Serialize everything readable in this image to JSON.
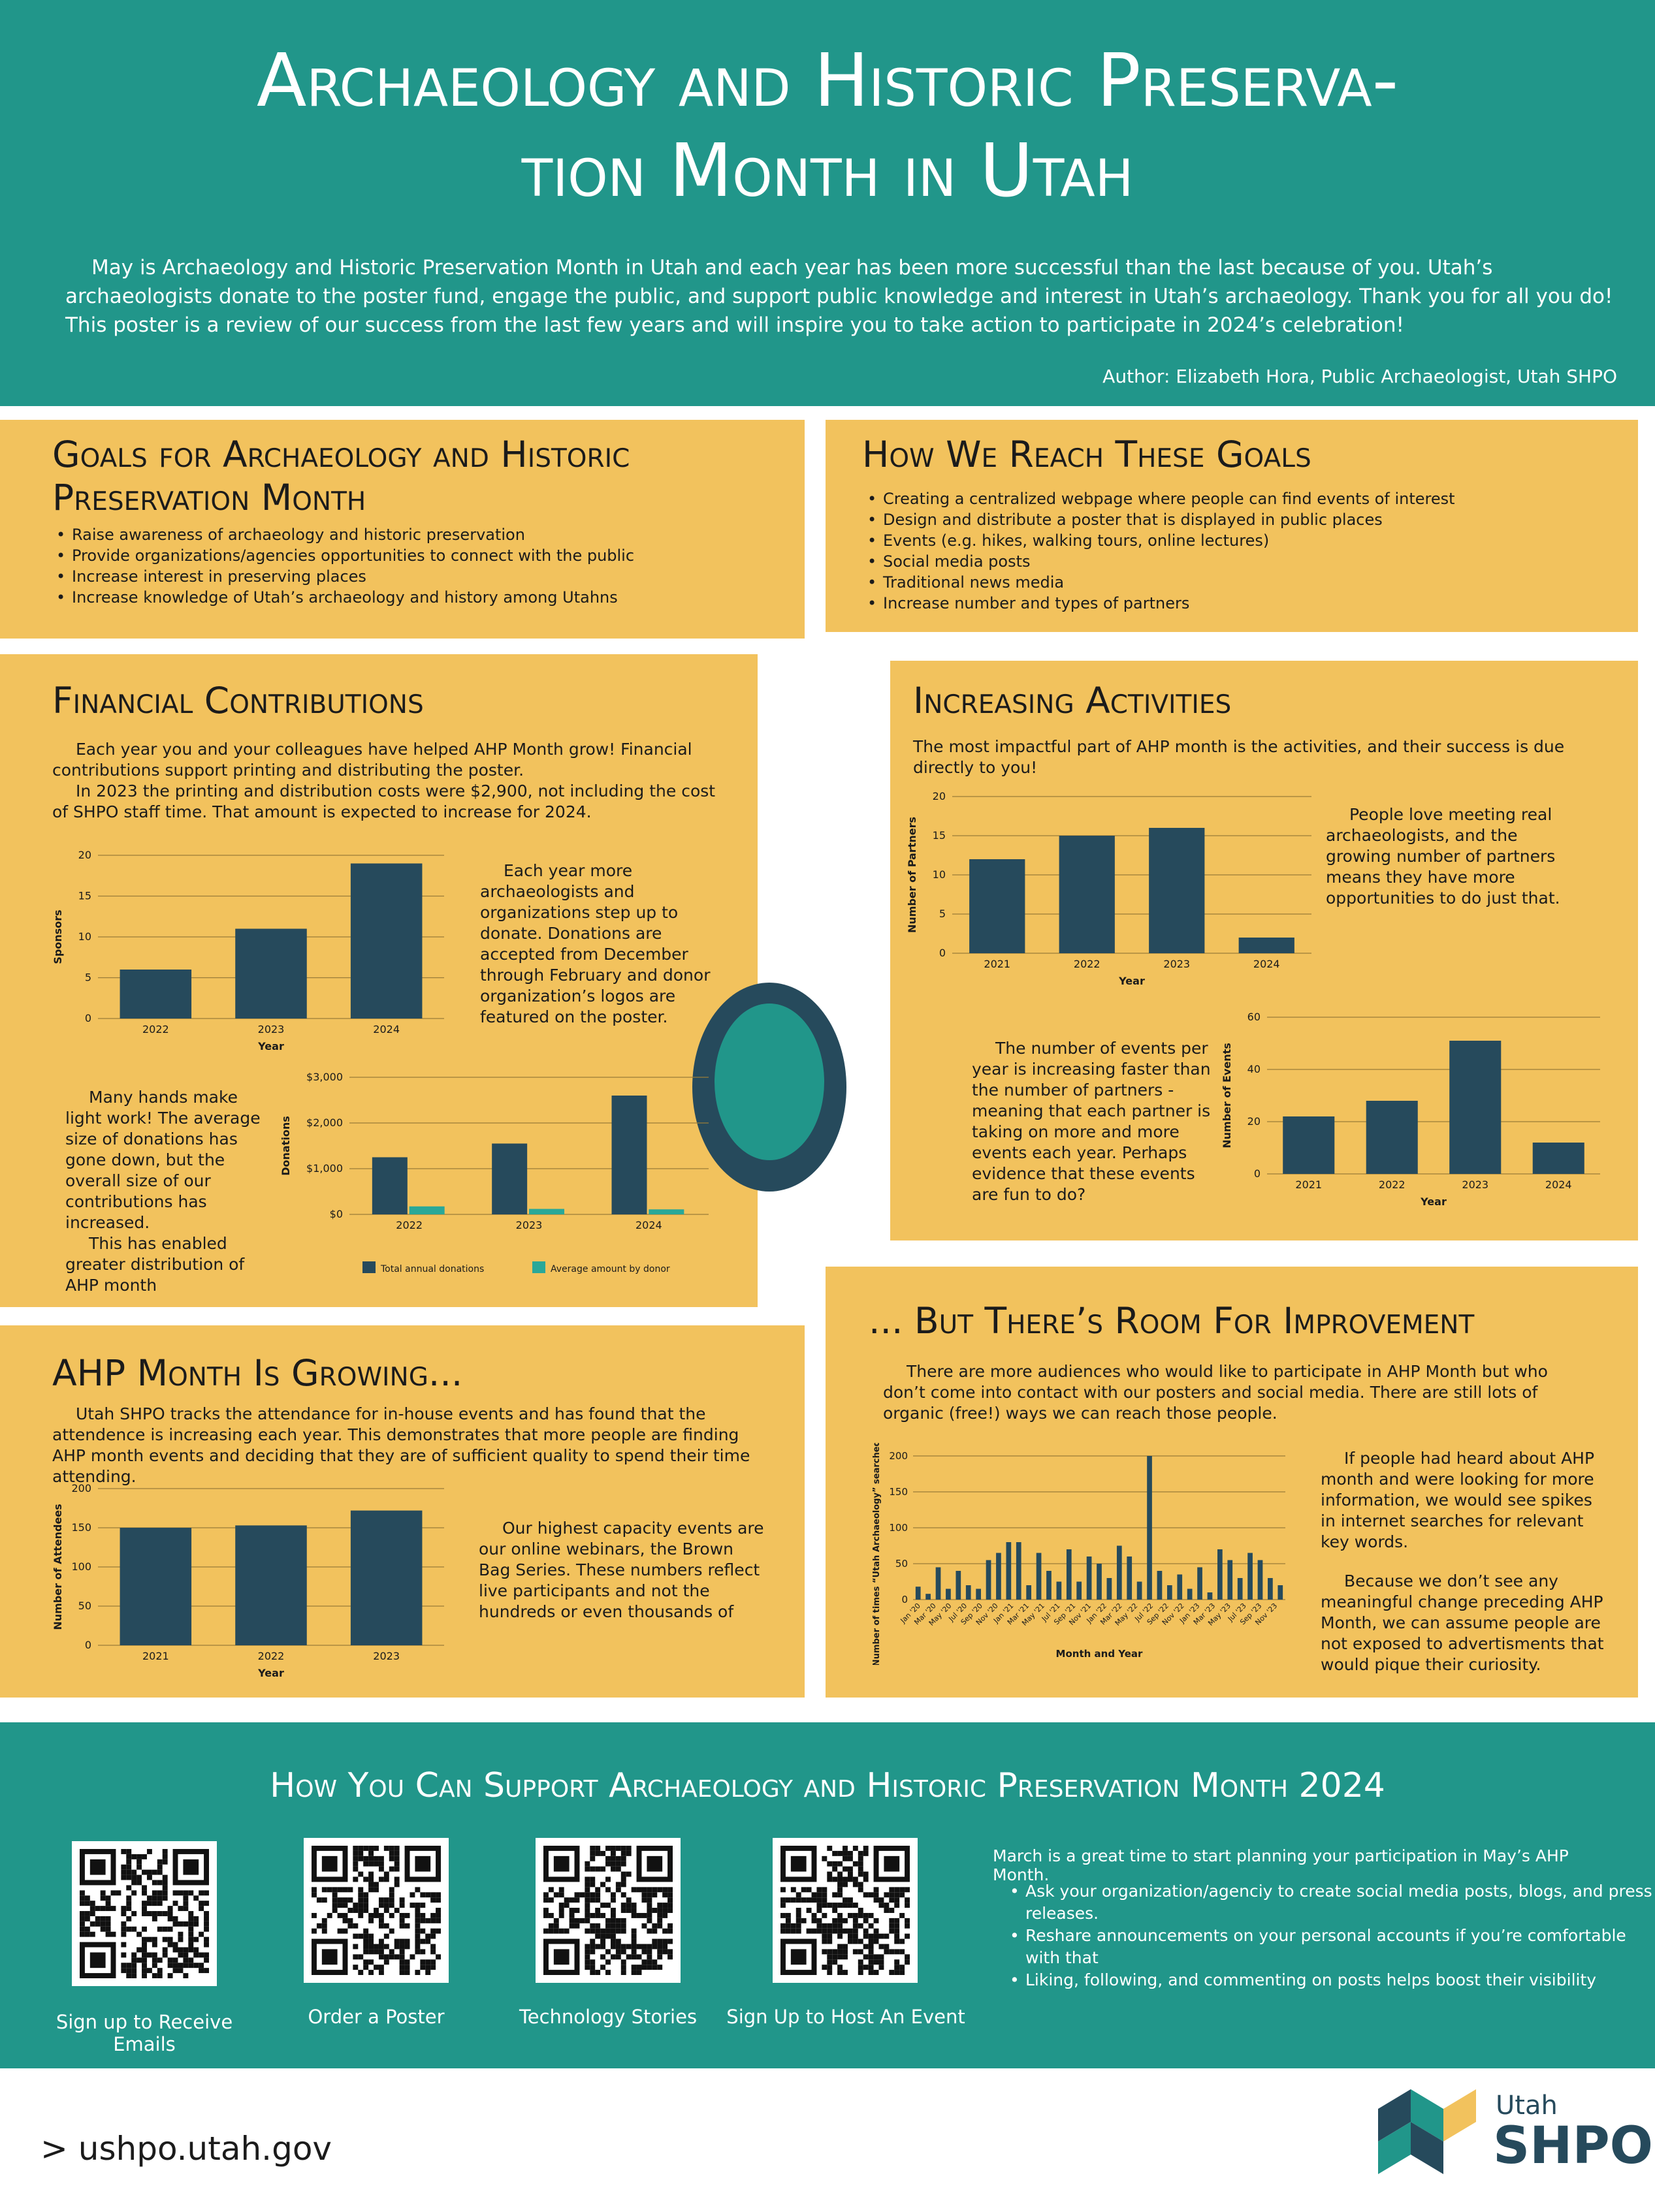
{
  "header": {
    "title_line1": "Archaeology and Historic Preserva-",
    "title_line2": "tion Month in Utah",
    "intro": "May is Archaeology and Historic Preservation Month in Utah and each year has been more successful than the last because of you. Utah’s archaeologists donate to the poster fund, engage the public, and support public knowledge and interest in Utah’s archaeology. Thank you for all you do! This poster is a review of our success from the last few years and will inspire you to take action to participate in 2024’s celebration!",
    "author": "Author: Elizabeth Hora, Public Archaeologist, Utah SHPO"
  },
  "goals": {
    "title_line1": "Goals for Archaeology and Historic",
    "title_line2": "Preservation Month",
    "items": [
      "Raise awareness of archaeology and historic preservation",
      "Provide organizations/agencies opportunities to connect with the public",
      "Increase interest in preserving places",
      "Increase knowledge of Utah’s archaeology and history among Utahns"
    ]
  },
  "reach": {
    "title": "How We Reach These Goals",
    "items": [
      "Creating a centralized webpage where people can find events of interest",
      "Design and distribute a poster that is displayed in public places",
      "Events (e.g. hikes, walking tours, online lectures)",
      "Social media posts",
      "Traditional news media",
      "Increase number and types of partners"
    ]
  },
  "financial": {
    "title": "Financial Contributions",
    "para1": "Each year you and your colleagues have helped AHP Month grow! Financial contributions support printing and distributing the poster.",
    "para2": "In 2023 the printing and distribution costs were $2,900, not including the cost of SHPO staff time. That amount is expected to increase for 2024.",
    "side_text": "Each year more archaeologists and organizations step up to donate. Donations are accepted from December through February and donor organization’s logos are featured on the poster.",
    "hands_text": "Many hands make light work! The average size of donations has gone down, but the overall size of our contributions has increased.",
    "hands_text2": "This has enabled greater distribution of AHP month"
  },
  "activities": {
    "title": "Increasing Activities",
    "lead": "The most impactful part of AHP month is the activities, and their success is due directly to you!",
    "partners_text": "People love meeting real archaeologists, and the growing number of partners means they have more opportunities to do just that.",
    "events_text": "The number of events per year is increasing faster than the number of partners - meaning that each partner is taking on more and more events each year. Perhaps evidence that these events are fun to do?"
  },
  "growing": {
    "title": "AHP Month Is Growing...",
    "para": "Utah SHPO tracks the attendance for in-house events and has found that the attendence is increasing each year. This demonstrates that more people are finding AHP month events and deciding that they are of sufficient quality to spend their time attending.",
    "side_text": "Our highest capacity events are our online webinars, the Brown Bag Series. These numbers reflect live participants and not the hundreds or even thousands of views the videos get later on You-"
  },
  "improvement": {
    "title": "... But There’s Room For Improvement",
    "para": "There are more audiences who would like to participate in AHP Month but who don’t come into contact with our posters and social media. There are still lots of organic (free!) ways we can reach those people.",
    "side1": "If people had heard about AHP month and were looking for more information, we would see spikes in internet searches for relevant key words.",
    "side2": "Because we don’t see any meaningful change preceding AHP Month, we can assume people are not exposed to advertisments that would pique their curiosity."
  },
  "support": {
    "title": "How You Can Support Archaeology and Historic Preservation Month 2024",
    "qr_labels": [
      "Sign up to Receive Emails",
      "Order a Poster",
      "Technology Stories",
      "Sign Up to Host An Event"
    ],
    "lead": "March is a great time to start planning your participation in May’s AHP Month.",
    "items": [
      "Ask your organization/agenciy to create social media posts, blogs, and press releases.",
      "Reshare announcements on your personal accounts if you’re comfortable with that",
      "Liking, following, and commenting on posts helps boost their visibility"
    ]
  },
  "footer": {
    "url": "> ushpo.utah.gov",
    "logo_small": "Utah",
    "logo_big": "SHPO"
  },
  "colors": {
    "teal": "#21968a",
    "gold": "#f2c25d",
    "bar": "#264a5c",
    "bar_alt": "#2aa898"
  },
  "chart_data": [
    {
      "type": "bar",
      "id": "sponsors",
      "categories": [
        "2022",
        "2023",
        "2024"
      ],
      "values": [
        6,
        11,
        19
      ],
      "ylabel": "Sponsors",
      "xlabel": "Year",
      "ylim": [
        0,
        20
      ],
      "yticks": [
        "0",
        "5",
        "10",
        "15",
        "20"
      ]
    },
    {
      "type": "bar",
      "id": "donations",
      "categories": [
        "2022",
        "2023",
        "2024"
      ],
      "series": [
        {
          "name": "Total annual donations",
          "values": [
            1250,
            1550,
            2600
          ]
        },
        {
          "name": "Average amount by donor",
          "values": [
            175,
            120,
            110
          ]
        }
      ],
      "ylabel": "Donations",
      "xlabel": "",
      "ylim": [
        0,
        3000
      ],
      "yticks": [
        "$0",
        "$1,000",
        "$2,000",
        "$3,000"
      ],
      "legend": "bottom"
    },
    {
      "type": "bar",
      "id": "partners",
      "categories": [
        "2021",
        "2022",
        "2023",
        "2024"
      ],
      "values": [
        12,
        15,
        16,
        2
      ],
      "ylabel": "Number of Partners",
      "xlabel": "Year",
      "ylim": [
        0,
        20
      ],
      "yticks": [
        "0",
        "5",
        "10",
        "15",
        "20"
      ]
    },
    {
      "type": "bar",
      "id": "events",
      "categories": [
        "2021",
        "2022",
        "2023",
        "2024"
      ],
      "values": [
        22,
        28,
        51,
        12
      ],
      "ylabel": "Number of Events",
      "xlabel": "Year",
      "ylim": [
        0,
        60
      ],
      "yticks": [
        "0",
        "20",
        "40",
        "60"
      ]
    },
    {
      "type": "bar",
      "id": "attendees",
      "categories": [
        "2021",
        "2022",
        "2023"
      ],
      "values": [
        150,
        153,
        172
      ],
      "ylabel": "Number of Attendees",
      "xlabel": "Year",
      "ylim": [
        0,
        200
      ],
      "yticks": [
        "0",
        "50",
        "100",
        "150",
        "200"
      ]
    },
    {
      "type": "bar",
      "id": "searches",
      "categories": [
        "Jan '20",
        "Mar '20",
        "May '20",
        "Jul '20",
        "Sep '20",
        "Nov '20",
        "Jan '21",
        "Mar '21",
        "May '21",
        "Jul '21",
        "Sep '21",
        "Nov '21",
        "Jan '22",
        "Mar '22",
        "May '22",
        "Jul '22",
        "Sep '22",
        "Nov '22",
        "Jan '23",
        "Mar '23",
        "May '23",
        "Jul '23",
        "Sep '23",
        "Nov '23"
      ],
      "values": [
        18,
        8,
        45,
        15,
        40,
        20,
        15,
        55,
        65,
        80,
        80,
        20,
        65,
        40,
        25,
        70,
        25,
        60,
        50,
        30,
        75,
        60,
        25,
        200,
        40,
        20,
        35,
        15,
        45,
        10,
        70,
        55,
        30,
        65,
        55,
        30,
        20
      ],
      "ylabel": "Number of times “Utah Archaeology” searched on Google",
      "xlabel": "Month and Year",
      "ylim": [
        0,
        200
      ],
      "yticks": [
        "0",
        "50",
        "100",
        "150",
        "200"
      ]
    }
  ]
}
